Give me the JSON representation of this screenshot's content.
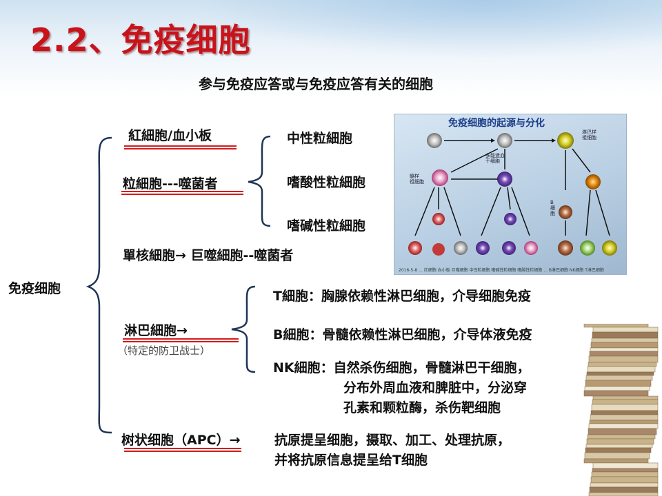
{
  "slide": {
    "title": "2.2、免疫细胞",
    "subtitle": "参与免疫应答或与免疫应答有关的细胞",
    "root": "免疫细胞"
  },
  "categories": {
    "rbc": "紅細胞/血小板",
    "granulocyte": "粒細胞---噬菌者",
    "monocyte": "單核細胞→ 巨噬細胞--噬菌者",
    "lymphocyte": "淋巴細胞→",
    "lymphocyte_note": "（特定的防卫战士）",
    "dendritic": "树状细胞（APC）→"
  },
  "granulocyte_types": [
    "中性粒細胞",
    "嗜酸性粒細胞",
    "嗜碱性粒細胞"
  ],
  "lymphocyte_types": {
    "t_cell": "T細胞：胸腺依赖性淋巴细胞，介导细胞免疫",
    "b_cell": "B細胞：骨髓依赖性淋巴细胞，介导体液免疫",
    "nk_line1": "NK細胞：自然杀伤细胞，骨髓淋巴干细胞，",
    "nk_line2": "分布外周血液和脾脏中，分泌穿",
    "nk_line3": "孔素和颗粒酶，杀伤靶细胞"
  },
  "dendritic_desc": {
    "line1": "抗原提呈细胞，摄取、加工、处理抗原，",
    "line2": "并将抗原信息提呈给T细胞"
  },
  "diagram": {
    "title": "免疫细胞的起源与分化",
    "label_stem": "多能造血\n干细胞",
    "label_myeloid": "髓样\n祖细胞",
    "label_lymphoid": "淋巴样\n祖细胞",
    "label_b": "B\n细\n胞",
    "caption": "2016-5-8 ... 红细胞 血小板 巨噬细胞 中性粒细胞 嗜碱性粒细胞 嗜酸性粒细胞 ... B淋巴细胞 NK细胞 T淋巴细胞"
  },
  "colors": {
    "title": "#c8131b",
    "underline": "#d31b1b",
    "brace": "#1f3556"
  }
}
